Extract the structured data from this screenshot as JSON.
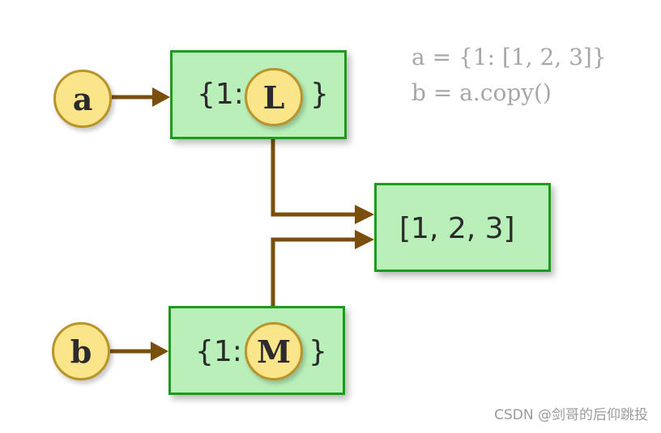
{
  "code": {
    "line1": "a = {1: [1, 2, 3]}",
    "line2": "b = a.copy()"
  },
  "variables": [
    {
      "label": "a"
    },
    {
      "label": "b"
    }
  ],
  "dicts": [
    {
      "prefix": "{1:",
      "ref": "L",
      "suffix": "}"
    },
    {
      "prefix": "{1:",
      "ref": "M",
      "suffix": "}"
    }
  ],
  "list_object": {
    "label": "[1, 2, 3]"
  },
  "watermark": "CSDN @剑哥的后仰跳投",
  "colors": {
    "box_fill": "#b9f0b9",
    "box_border": "#1f9a1f",
    "circle_fill": "#fbe58a",
    "circle_border": "#b8942a",
    "arrow": "#7a4f0e",
    "code_text": "#a7a7a7"
  }
}
